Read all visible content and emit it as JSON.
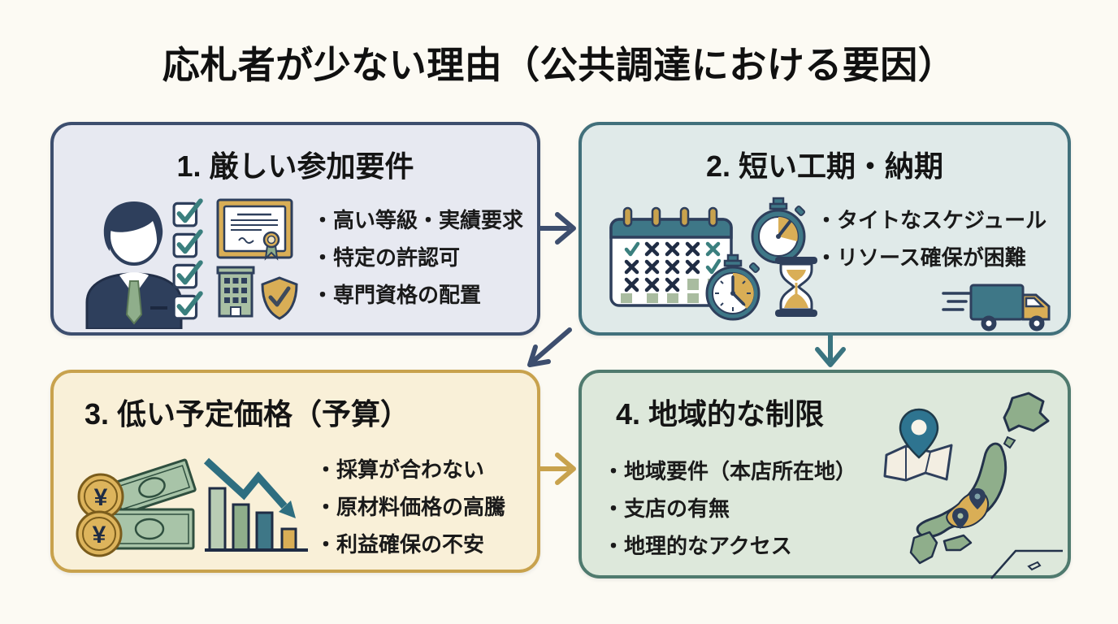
{
  "title": "応札者が少ない理由（公共調達における要因）",
  "boxes": [
    {
      "heading": "1. 厳しい参加要件",
      "bullets": [
        "・高い等級・実績要求",
        "・特定の許認可",
        "・専門資格の配置"
      ],
      "bg": "#E7E9F1",
      "border": "#3D4E6E",
      "icons": [
        "businessman-icon",
        "checklist-icon",
        "certificate-icon",
        "office-building-icon",
        "shield-check-icon"
      ]
    },
    {
      "heading": "2. 短い工期・納期",
      "bullets": [
        "・タイトなスケジュール",
        "・リソース確保が困難"
      ],
      "bg": "#E0EAE9",
      "border": "#41707B",
      "icons": [
        "calendar-icon",
        "stopwatch-icon",
        "stopwatch-small-icon",
        "hourglass-icon",
        "delivery-truck-icon"
      ]
    },
    {
      "heading": "3. 低い予定価格（予算）",
      "bullets": [
        "・採算が合わない",
        "・原材料価格の高騰",
        "・利益確保の不安"
      ],
      "bg": "#F9F0D8",
      "border": "#C8A24D",
      "icons": [
        "yen-banknotes-icon",
        "declining-bar-chart-icon"
      ]
    },
    {
      "heading": "4. 地域的な制限",
      "bullets": [
        "・地域要件（本店所在地）",
        "・支店の有無",
        "・地理的なアクセス"
      ],
      "bg": "#DDE8DB",
      "border": "#4F7A6E",
      "icons": [
        "map-pin-icon",
        "folded-map-icon",
        "japan-map-icon"
      ]
    }
  ],
  "icons": {
    "currency_symbol": "¥"
  },
  "arrows": [
    {
      "from": "box1",
      "to": "box2",
      "direction": "right",
      "color": "#3D4E6E"
    },
    {
      "from": "box2",
      "to": "box3",
      "direction": "down-left",
      "color": "#3D4E6E"
    },
    {
      "from": "box2",
      "to": "box4",
      "direction": "down",
      "color": "#3A7480"
    },
    {
      "from": "box3",
      "to": "box4",
      "direction": "right",
      "color": "#C8A24D"
    }
  ],
  "colors": {
    "page_bg": "#FCFAF3",
    "text": "#141414",
    "navy": "#2E3F5C",
    "teal": "#3E7787",
    "gold": "#D9AE56",
    "green": "#8FAE8B",
    "sage": "#A9BCA0",
    "cream": "#F3EEE2"
  }
}
